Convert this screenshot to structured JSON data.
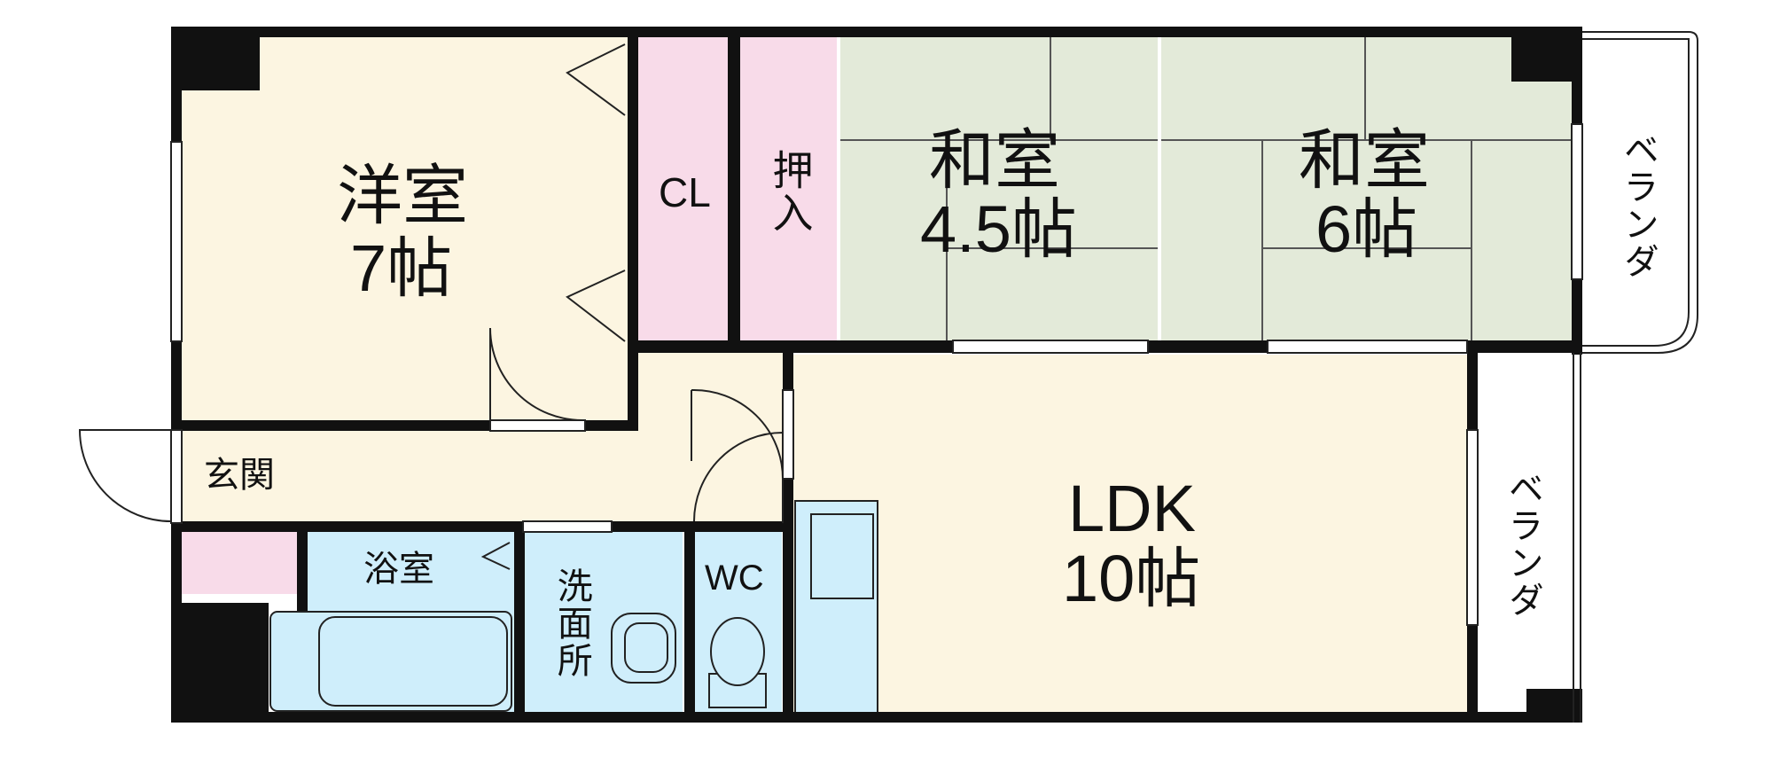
{
  "rooms": {
    "western": {
      "name": "洋室",
      "size": "7帖"
    },
    "cl": "CL",
    "oshiire": "押入",
    "washitsu1": {
      "name": "和室",
      "size": "4.5帖"
    },
    "washitsu2": {
      "name": "和室",
      "size": "6帖"
    },
    "ldk": {
      "name": "LDK",
      "size": "10帖"
    },
    "genkan": "玄関",
    "bath": "浴室",
    "washroom": "洗面所",
    "wc": "WC",
    "veranda_top": "ベランダ",
    "veranda_side": "ベランダ"
  },
  "colors": {
    "wall": "#111111",
    "western": "#fcf5e1",
    "closet": "#f8dbe9",
    "tatami": "#e3ead9",
    "wet_area": "#cfeefb",
    "ldk": "#fcf5e1"
  }
}
